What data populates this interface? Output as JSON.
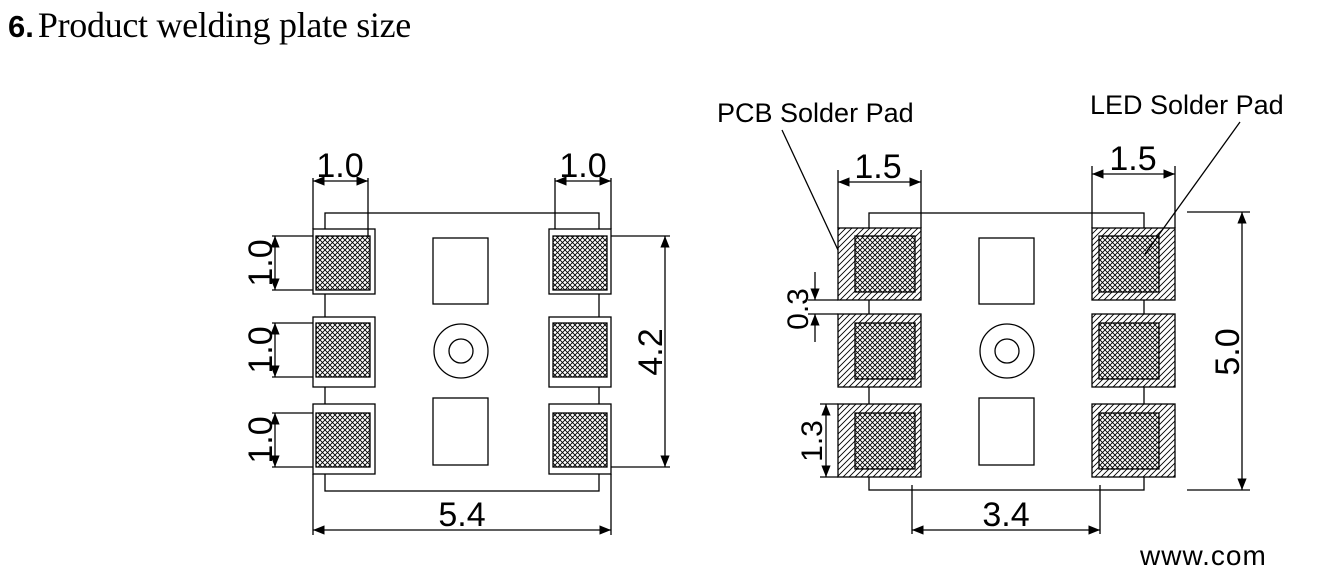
{
  "heading": {
    "number": "6.",
    "title": "Product welding plate size"
  },
  "left": {
    "top_dims": [
      "1.0",
      "1.0"
    ],
    "left_dims": [
      "1.0",
      "1.0",
      "1.0"
    ],
    "right_dim": "4.2",
    "bottom_dim": "5.4"
  },
  "right": {
    "labels": {
      "pcb": "PCB Solder Pad",
      "led": "LED Solder Pad"
    },
    "top_dims": [
      "1.5",
      "1.5"
    ],
    "left_dims": [
      "0.3",
      "1.3"
    ],
    "right_dim": "5.0",
    "bottom_dim": "3.4"
  },
  "watermark": "www.com"
}
